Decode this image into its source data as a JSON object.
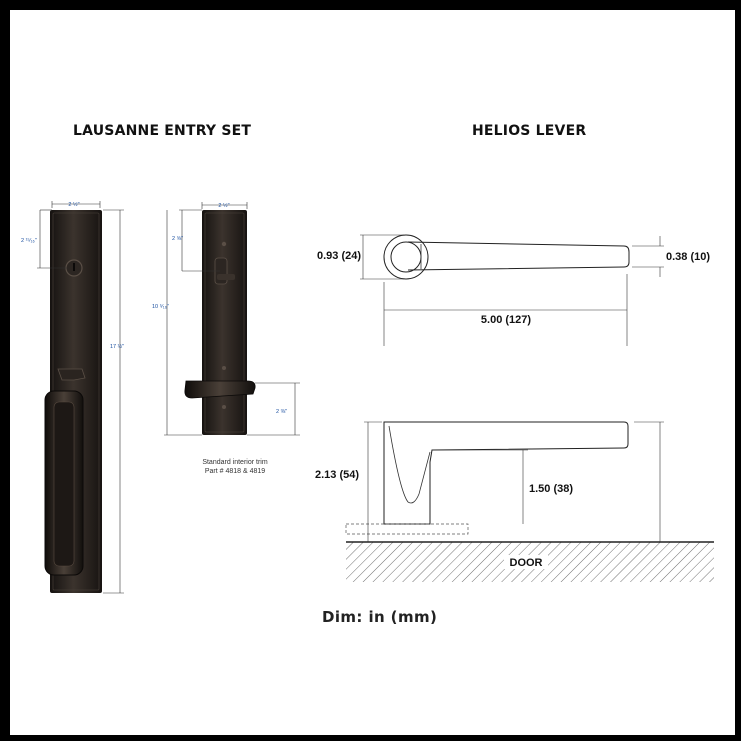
{
  "titles": {
    "left": "LAUSANNE ENTRY SET",
    "right": "HELIOS LEVER"
  },
  "entry_set": {
    "width_dim": "2 ½\"",
    "bore_dim": "2 ¹⁵⁄₁₆\"",
    "height_dim": "17 ½\""
  },
  "interior_trim": {
    "width_dim": "2 ½\"",
    "turn_dim": "2 ⅝\"",
    "height_dim": "10 ⁵⁄₁₆\"",
    "lever_dim": "2 ⅜\"",
    "caption_line1": "Standard interior trim",
    "caption_line2": "Part # 4818 & 4819"
  },
  "lever_top": {
    "rose_height": "0.93 (24)",
    "lever_thickness": "0.38 (10)",
    "lever_length": "5.00 (127)"
  },
  "lever_side": {
    "projection": "2.13 (54)",
    "handle_height": "1.50 (38)",
    "door_label": "DOOR"
  },
  "footer": "Dim: in (mm)",
  "colors": {
    "background": "#000000",
    "panel": "#ffffff",
    "bronze_dark": "#1e1a17",
    "bronze_mid": "#3a332e",
    "dimension_blue": "#1a4fa0"
  }
}
